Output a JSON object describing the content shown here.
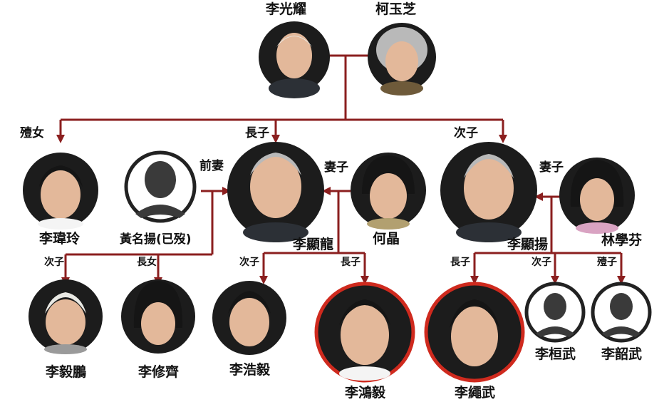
{
  "people": {
    "lky": "李光耀",
    "kgc": "柯玉芝",
    "lwl": "李瑋玲",
    "wmy": "黃名揚(已歿)",
    "lhl": "李顯龍",
    "hc": "何晶",
    "lhy": "李顯揚",
    "lsf": "林學芬",
    "lyp": "李毅鵬",
    "lxq": "李修齊",
    "lhy2": "李浩毅",
    "lhy3": "李鴻毅",
    "lsw": "李繩武",
    "lhw": "李桓武",
    "lshw": "李韶武"
  },
  "relations": {
    "youngest_daughter": "殪女",
    "eldest_son": "長子",
    "second_son": "次子",
    "former_wife": "前妻",
    "wife_lhl": "妻子",
    "wife_lhy": "妻子",
    "lyp_role": "次子",
    "lxq_role": "長女",
    "lhy2_role": "次子",
    "lhy3_role": "長子",
    "lsw_role": "長子",
    "lhw_role": "次子",
    "lshw_role": "殪子"
  },
  "colors": {
    "connector": "#8b1f1f",
    "highlight_ring": "#cf2a1e"
  }
}
